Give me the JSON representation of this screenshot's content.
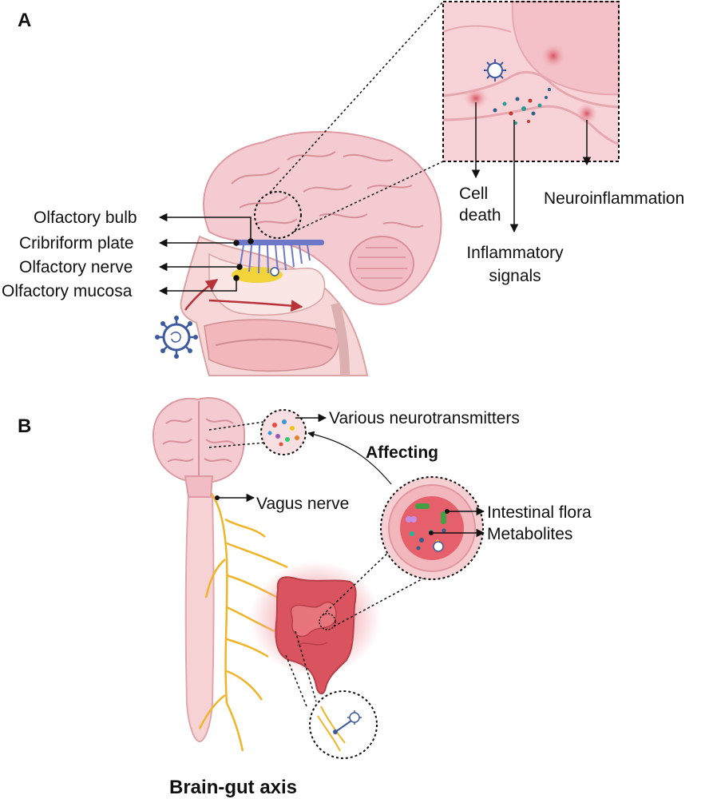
{
  "panel_a": {
    "letter": "A",
    "labels": {
      "olfactory_bulb": "Olfactory bulb",
      "cribriform_plate": "Cribriform plate",
      "olfactory_nerve": "Olfactory nerve",
      "olfactory_mucosa": "Olfactory mucosa"
    },
    "inset": {
      "cell_death": [
        "Cell",
        "death"
      ],
      "inflammatory_signals": [
        "Inflammatory",
        "signals"
      ],
      "neuroinflammation": "Neuroinflammation"
    }
  },
  "panel_b": {
    "letter": "B",
    "various_neurotransmitters": "Various neurotransmitters",
    "affecting": "Affecting",
    "vagus_nerve": "Vagus nerve",
    "intestinal_flora": "Intestinal flora",
    "metabolites": "Metabolites",
    "title": "Brain-gut axis"
  },
  "colors": {
    "brain": "#f3c7cc",
    "brain_outline": "#d98f99",
    "nerve": "#f0b429",
    "gut": "#d9545e",
    "virus": "#3d5a9e",
    "mucosa": "#f2d33a",
    "arrow_red": "#b8323a"
  }
}
